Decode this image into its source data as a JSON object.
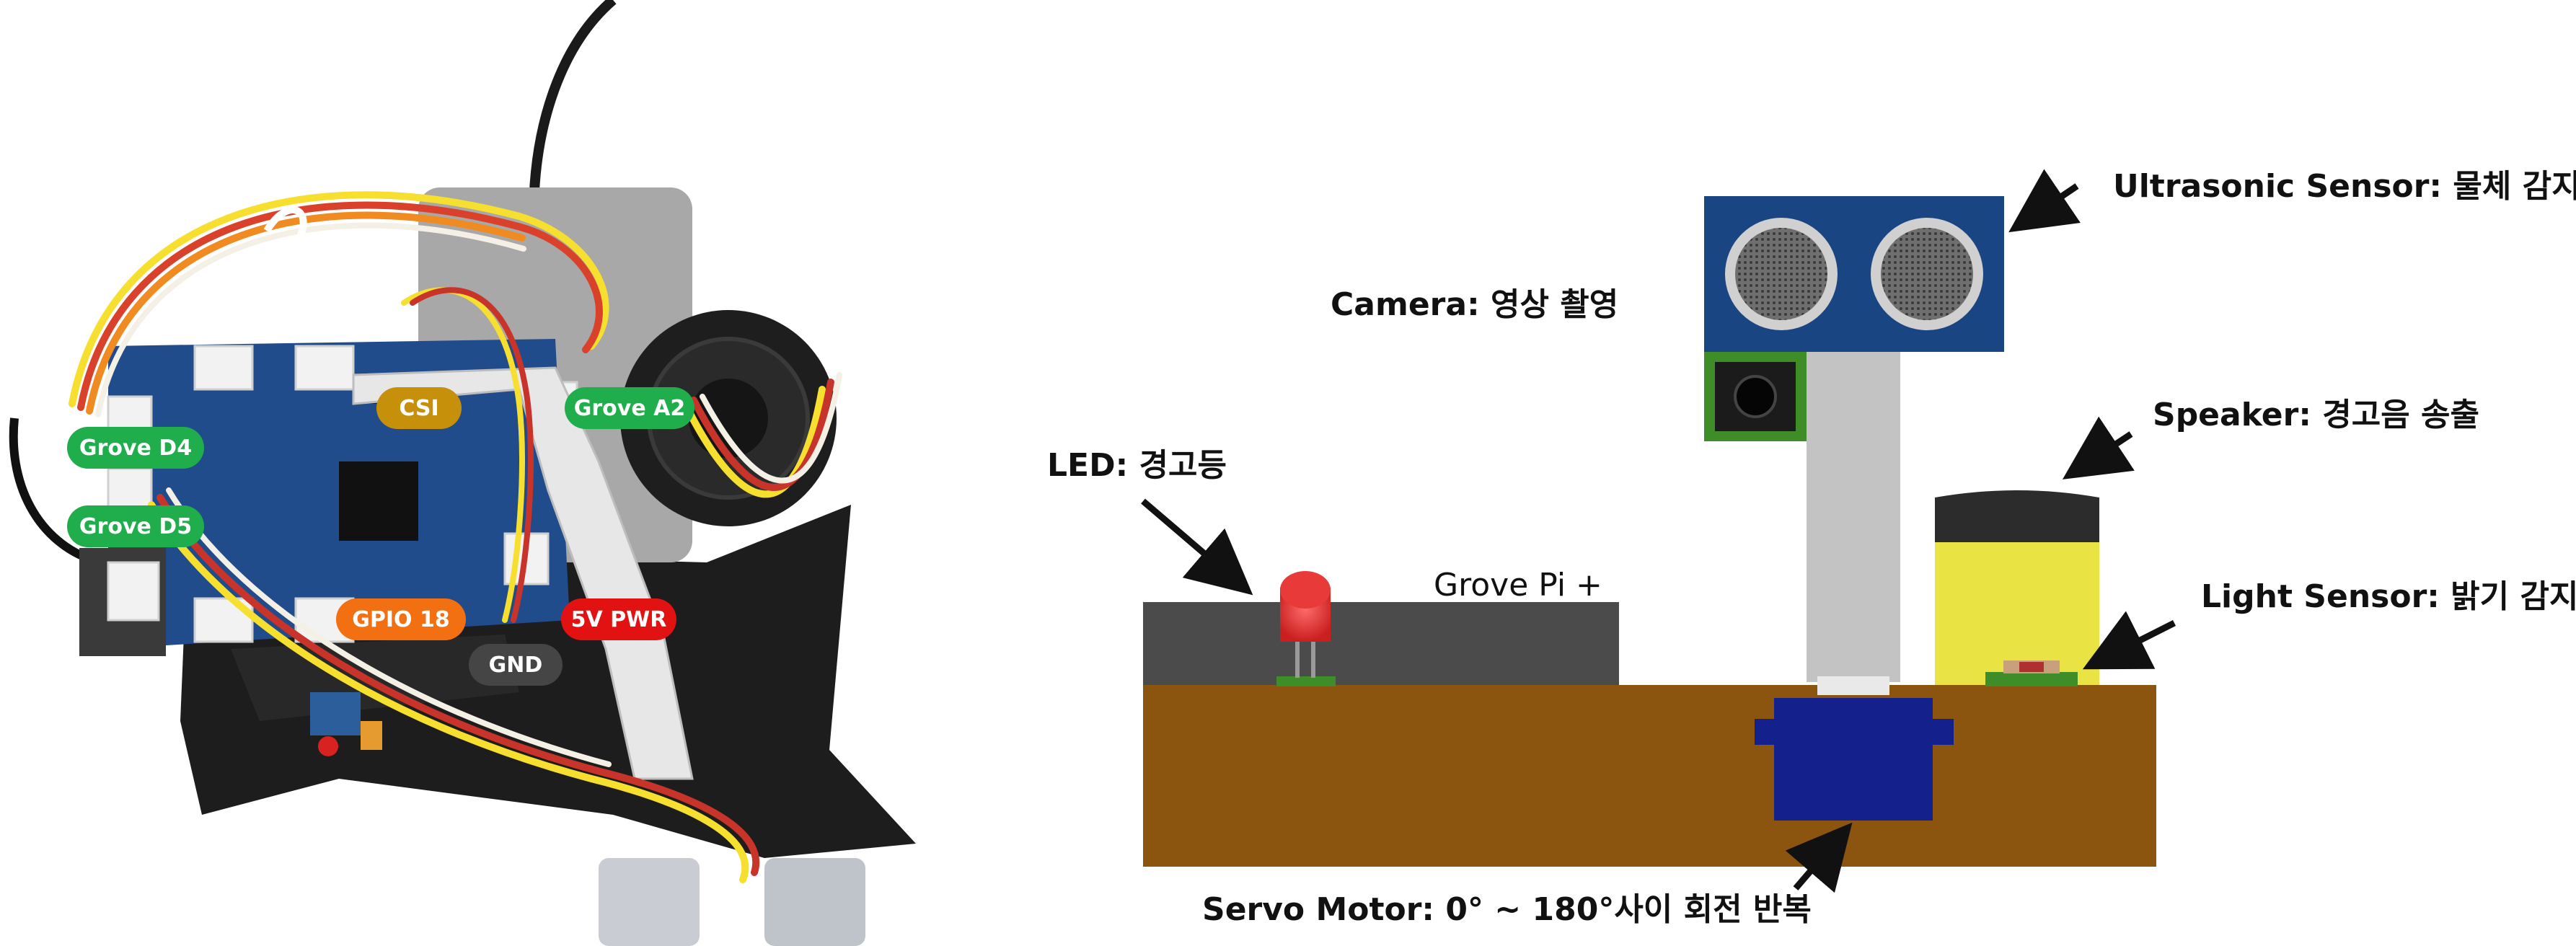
{
  "photo": {
    "labels": [
      {
        "id": "csi",
        "text": "CSI",
        "color": "#c7900a"
      },
      {
        "id": "grove-a2",
        "text": "Grove A2",
        "color": "#1fae4b"
      },
      {
        "id": "grove-d4",
        "text": "Grove D4",
        "color": "#1fae4b"
      },
      {
        "id": "grove-d5",
        "text": "Grove D5",
        "color": "#1fae4b"
      },
      {
        "id": "gpio-18",
        "text": "GPIO 18",
        "color": "#f26f12"
      },
      {
        "id": "5v-pwr",
        "text": "5V PWR",
        "color": "#e21212"
      },
      {
        "id": "gnd",
        "text": "GND",
        "color": "#454545"
      }
    ]
  },
  "diagram": {
    "board_label": "Grove Pi +",
    "components": [
      {
        "id": "ultrasonic",
        "text": "Ultrasonic Sensor: 물체 감지"
      },
      {
        "id": "camera",
        "text": "Camera: 영상 촬영"
      },
      {
        "id": "speaker",
        "text": "Speaker: 경고음 송출"
      },
      {
        "id": "led",
        "text": "LED: 경고등"
      },
      {
        "id": "light",
        "text": "Light Sensor: 밝기 감지"
      },
      {
        "id": "servo",
        "text": "Servo Motor: 0° ~ 180°사이 회전 반복"
      }
    ],
    "colors": {
      "base": "#8b5510",
      "ultrasonic_board": "#1a4583",
      "camera_board": "#3f8d29",
      "pole": "#c3c3c3",
      "servo": "#14218c",
      "speaker_body": "#e9e444",
      "speaker_top": "#2c2c2c",
      "grove_board": "#4b4b4b",
      "led": "#dd2a2a"
    }
  }
}
